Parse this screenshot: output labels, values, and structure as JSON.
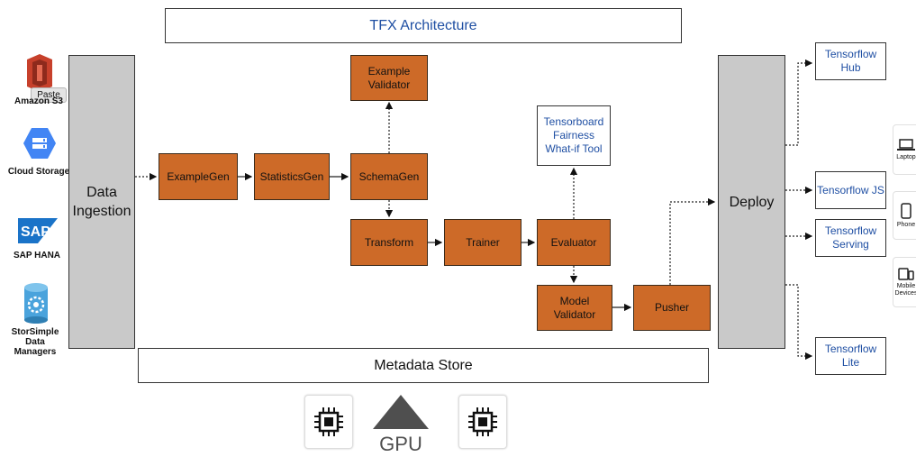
{
  "title": "TFX Architecture",
  "sources": [
    {
      "name": "amazon-s3",
      "label": "Amazon S3"
    },
    {
      "name": "cloud-storage",
      "label": "Cloud Storage"
    },
    {
      "name": "sap-hana",
      "label": "SAP HANA",
      "logo": "SAP"
    },
    {
      "name": "storsimple",
      "label": "StorSimple Data Managers"
    }
  ],
  "tooltip": "Paste",
  "data_ingestion": "Data Ingestion",
  "components": {
    "example_validator": "Example Validator",
    "example_gen": "ExampleGen",
    "statistics_gen": "StatisticsGen",
    "schema_gen": "SchemaGen",
    "transform": "Transform",
    "trainer": "Trainer",
    "evaluator": "Evaluator",
    "model_validator": "Model Validator",
    "pusher": "Pusher"
  },
  "tensorboard": "Tensorboard Fairness What-if Tool",
  "deploy": "Deploy",
  "metadata_store": "Metadata Store",
  "targets": [
    {
      "name": "tensorflow-hub",
      "label": "Tensorflow Hub"
    },
    {
      "name": "tensorflow-js",
      "label": "Tensorflow JS"
    },
    {
      "name": "tensorflow-serving",
      "label": "Tensorflow Serving"
    },
    {
      "name": "tensorflow-lite",
      "label": "Tensorflow Lite"
    }
  ],
  "devices": [
    {
      "name": "laptop",
      "label": "Laptop",
      "icon": "laptop-icon"
    },
    {
      "name": "phone",
      "label": "Phone",
      "icon": "phone-icon"
    },
    {
      "name": "mobile",
      "label": "Mobile Devices",
      "icon": "mobile-devices-icon"
    }
  ],
  "hardware": {
    "gpu_label": "GPU",
    "icons": [
      "cpu-chip-icon",
      "gpu-icon",
      "cpu-chip-icon"
    ]
  },
  "colors": {
    "component": "#cd6a28",
    "gray": "#c9c9c9",
    "title_text": "#1f4fa3",
    "aws": "#c7402b",
    "gcs": "#4285f4",
    "sap": "#1a73c8",
    "azure": "#4aa3dc",
    "gpu": "#4f4f4f"
  }
}
